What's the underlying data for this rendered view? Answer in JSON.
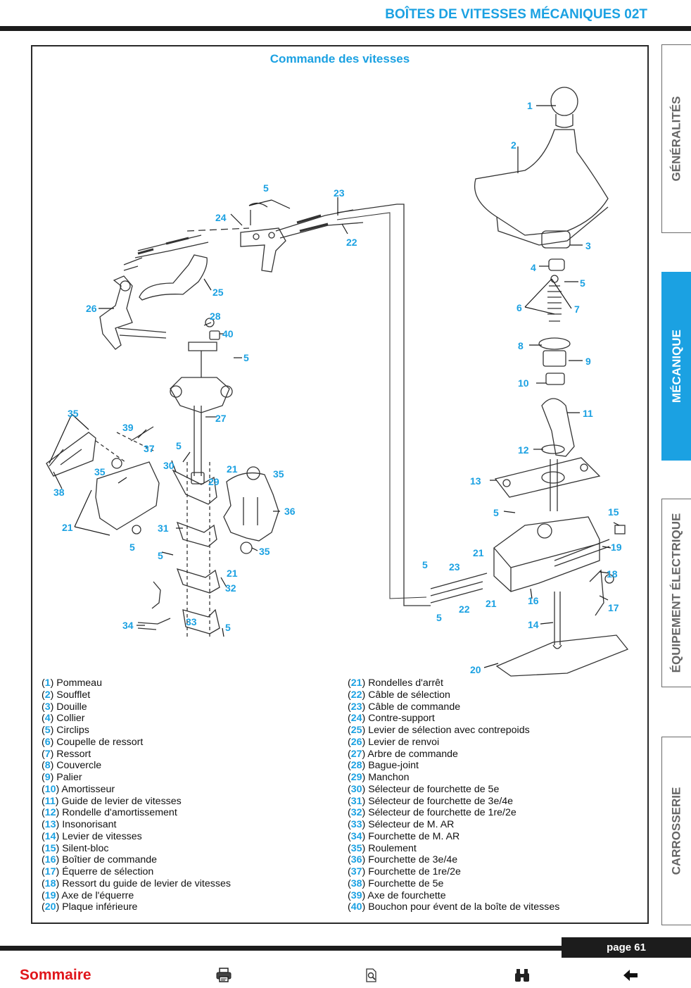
{
  "header": {
    "title": "BOÎTES DE VITESSES MÉCANIQUES 02T"
  },
  "figure": {
    "title": "Commande des vitesses",
    "callouts": [
      "1",
      "2",
      "3",
      "4",
      "5",
      "6",
      "7",
      "8",
      "9",
      "10",
      "11",
      "12",
      "13",
      "5",
      "15",
      "19",
      "18",
      "17",
      "16",
      "14",
      "20",
      "21",
      "23",
      "5",
      "22",
      "21",
      "5",
      "23",
      "5",
      "24",
      "22",
      "25",
      "26",
      "28",
      "40",
      "5",
      "27",
      "5",
      "39",
      "37",
      "35",
      "38",
      "21",
      "35",
      "5",
      "30",
      "21",
      "35",
      "29",
      "36",
      "31",
      "35",
      "5",
      "21",
      "32",
      "34",
      "33",
      "5"
    ]
  },
  "legend_left": [
    {
      "n": "1",
      "t": "Pommeau"
    },
    {
      "n": "2",
      "t": "Soufflet"
    },
    {
      "n": "3",
      "t": "Douille"
    },
    {
      "n": "4",
      "t": "Collier"
    },
    {
      "n": "5",
      "t": "Circlips"
    },
    {
      "n": "6",
      "t": "Coupelle de ressort"
    },
    {
      "n": "7",
      "t": "Ressort"
    },
    {
      "n": "8",
      "t": "Couvercle"
    },
    {
      "n": "9",
      "t": "Palier"
    },
    {
      "n": "10",
      "t": "Amortisseur"
    },
    {
      "n": "11",
      "t": "Guide de levier de vitesses"
    },
    {
      "n": "12",
      "t": "Rondelle d'amortissement"
    },
    {
      "n": "13",
      "t": "Insonorisant"
    },
    {
      "n": "14",
      "t": "Levier de vitesses"
    },
    {
      "n": "15",
      "t": "Silent-bloc"
    },
    {
      "n": "16",
      "t": "Boîtier de commande"
    },
    {
      "n": "17",
      "t": "Équerre de sélection"
    },
    {
      "n": "18",
      "t": "Ressort du guide de levier de vitesses"
    },
    {
      "n": "19",
      "t": "Axe de l'équerre"
    },
    {
      "n": "20",
      "t": "Plaque inférieure"
    }
  ],
  "legend_right": [
    {
      "n": "21",
      "t": "Rondelles d'arrêt"
    },
    {
      "n": "22",
      "t": "Câble de sélection"
    },
    {
      "n": "23",
      "t": "Câble de commande"
    },
    {
      "n": "24",
      "t": "Contre-support"
    },
    {
      "n": "25",
      "t": "Levier de sélection avec contrepoids"
    },
    {
      "n": "26",
      "t": "Levier de renvoi"
    },
    {
      "n": "27",
      "t": "Arbre de commande"
    },
    {
      "n": "28",
      "t": "Bague-joint"
    },
    {
      "n": "29",
      "t": "Manchon"
    },
    {
      "n": "30",
      "t": "Sélecteur de fourchette de 5e"
    },
    {
      "n": "31",
      "t": "Sélecteur de fourchette de 3e/4e"
    },
    {
      "n": "32",
      "t": "Sélecteur de fourchette de 1re/2e"
    },
    {
      "n": "33",
      "t": "Sélecteur de M. AR"
    },
    {
      "n": "34",
      "t": "Fourchette de M. AR"
    },
    {
      "n": "35",
      "t": "Roulement"
    },
    {
      "n": "36",
      "t": "Fourchette de 3e/4e"
    },
    {
      "n": "37",
      "t": "Fourchette de 1re/2e"
    },
    {
      "n": "38",
      "t": "Fourchette de 5e"
    },
    {
      "n": "39",
      "t": "Axe de fourchette"
    },
    {
      "n": "40",
      "t": "Bouchon pour évent de la boîte de vitesses"
    }
  ],
  "tabs": [
    {
      "label": "GÉNÉRALITÉS",
      "active": false
    },
    {
      "label": "MÉCANIQUE",
      "active": true
    },
    {
      "label": "ÉQUIPEMENT ÉLECTRIQUE",
      "active": false
    },
    {
      "label": "CARROSSERIE",
      "active": false
    }
  ],
  "footer": {
    "page_label": "page 61",
    "sommaire": "Sommaire",
    "icons": [
      "printer-icon",
      "magnifier-page-icon",
      "binoculars-icon",
      "arrow-left-icon"
    ]
  },
  "colors": {
    "accent": "#1ba1e2",
    "dark": "#1c1c1c",
    "sommaire": "#e0161b",
    "tab_text": "#666666"
  }
}
